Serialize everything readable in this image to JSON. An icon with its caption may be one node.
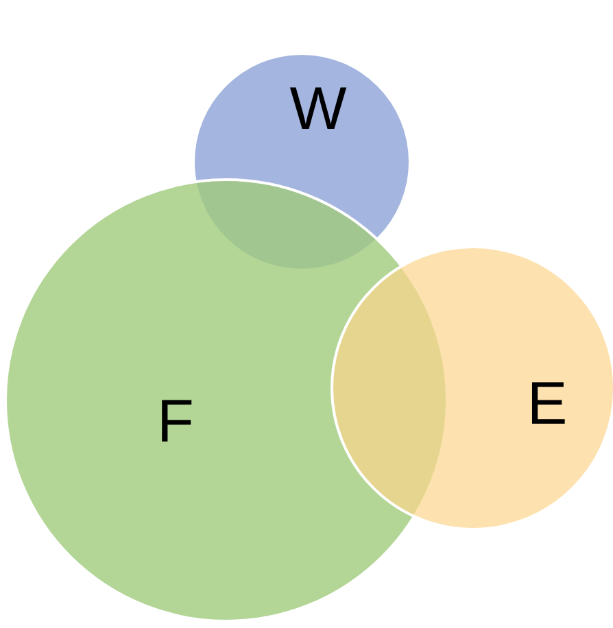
{
  "diagram": {
    "nodes": [
      {
        "text": [
          "W"
        ]
      },
      {
        "text": [
          "F"
        ]
      },
      {
        "text": [
          "E"
        ]
      }
    ]
  }
}
